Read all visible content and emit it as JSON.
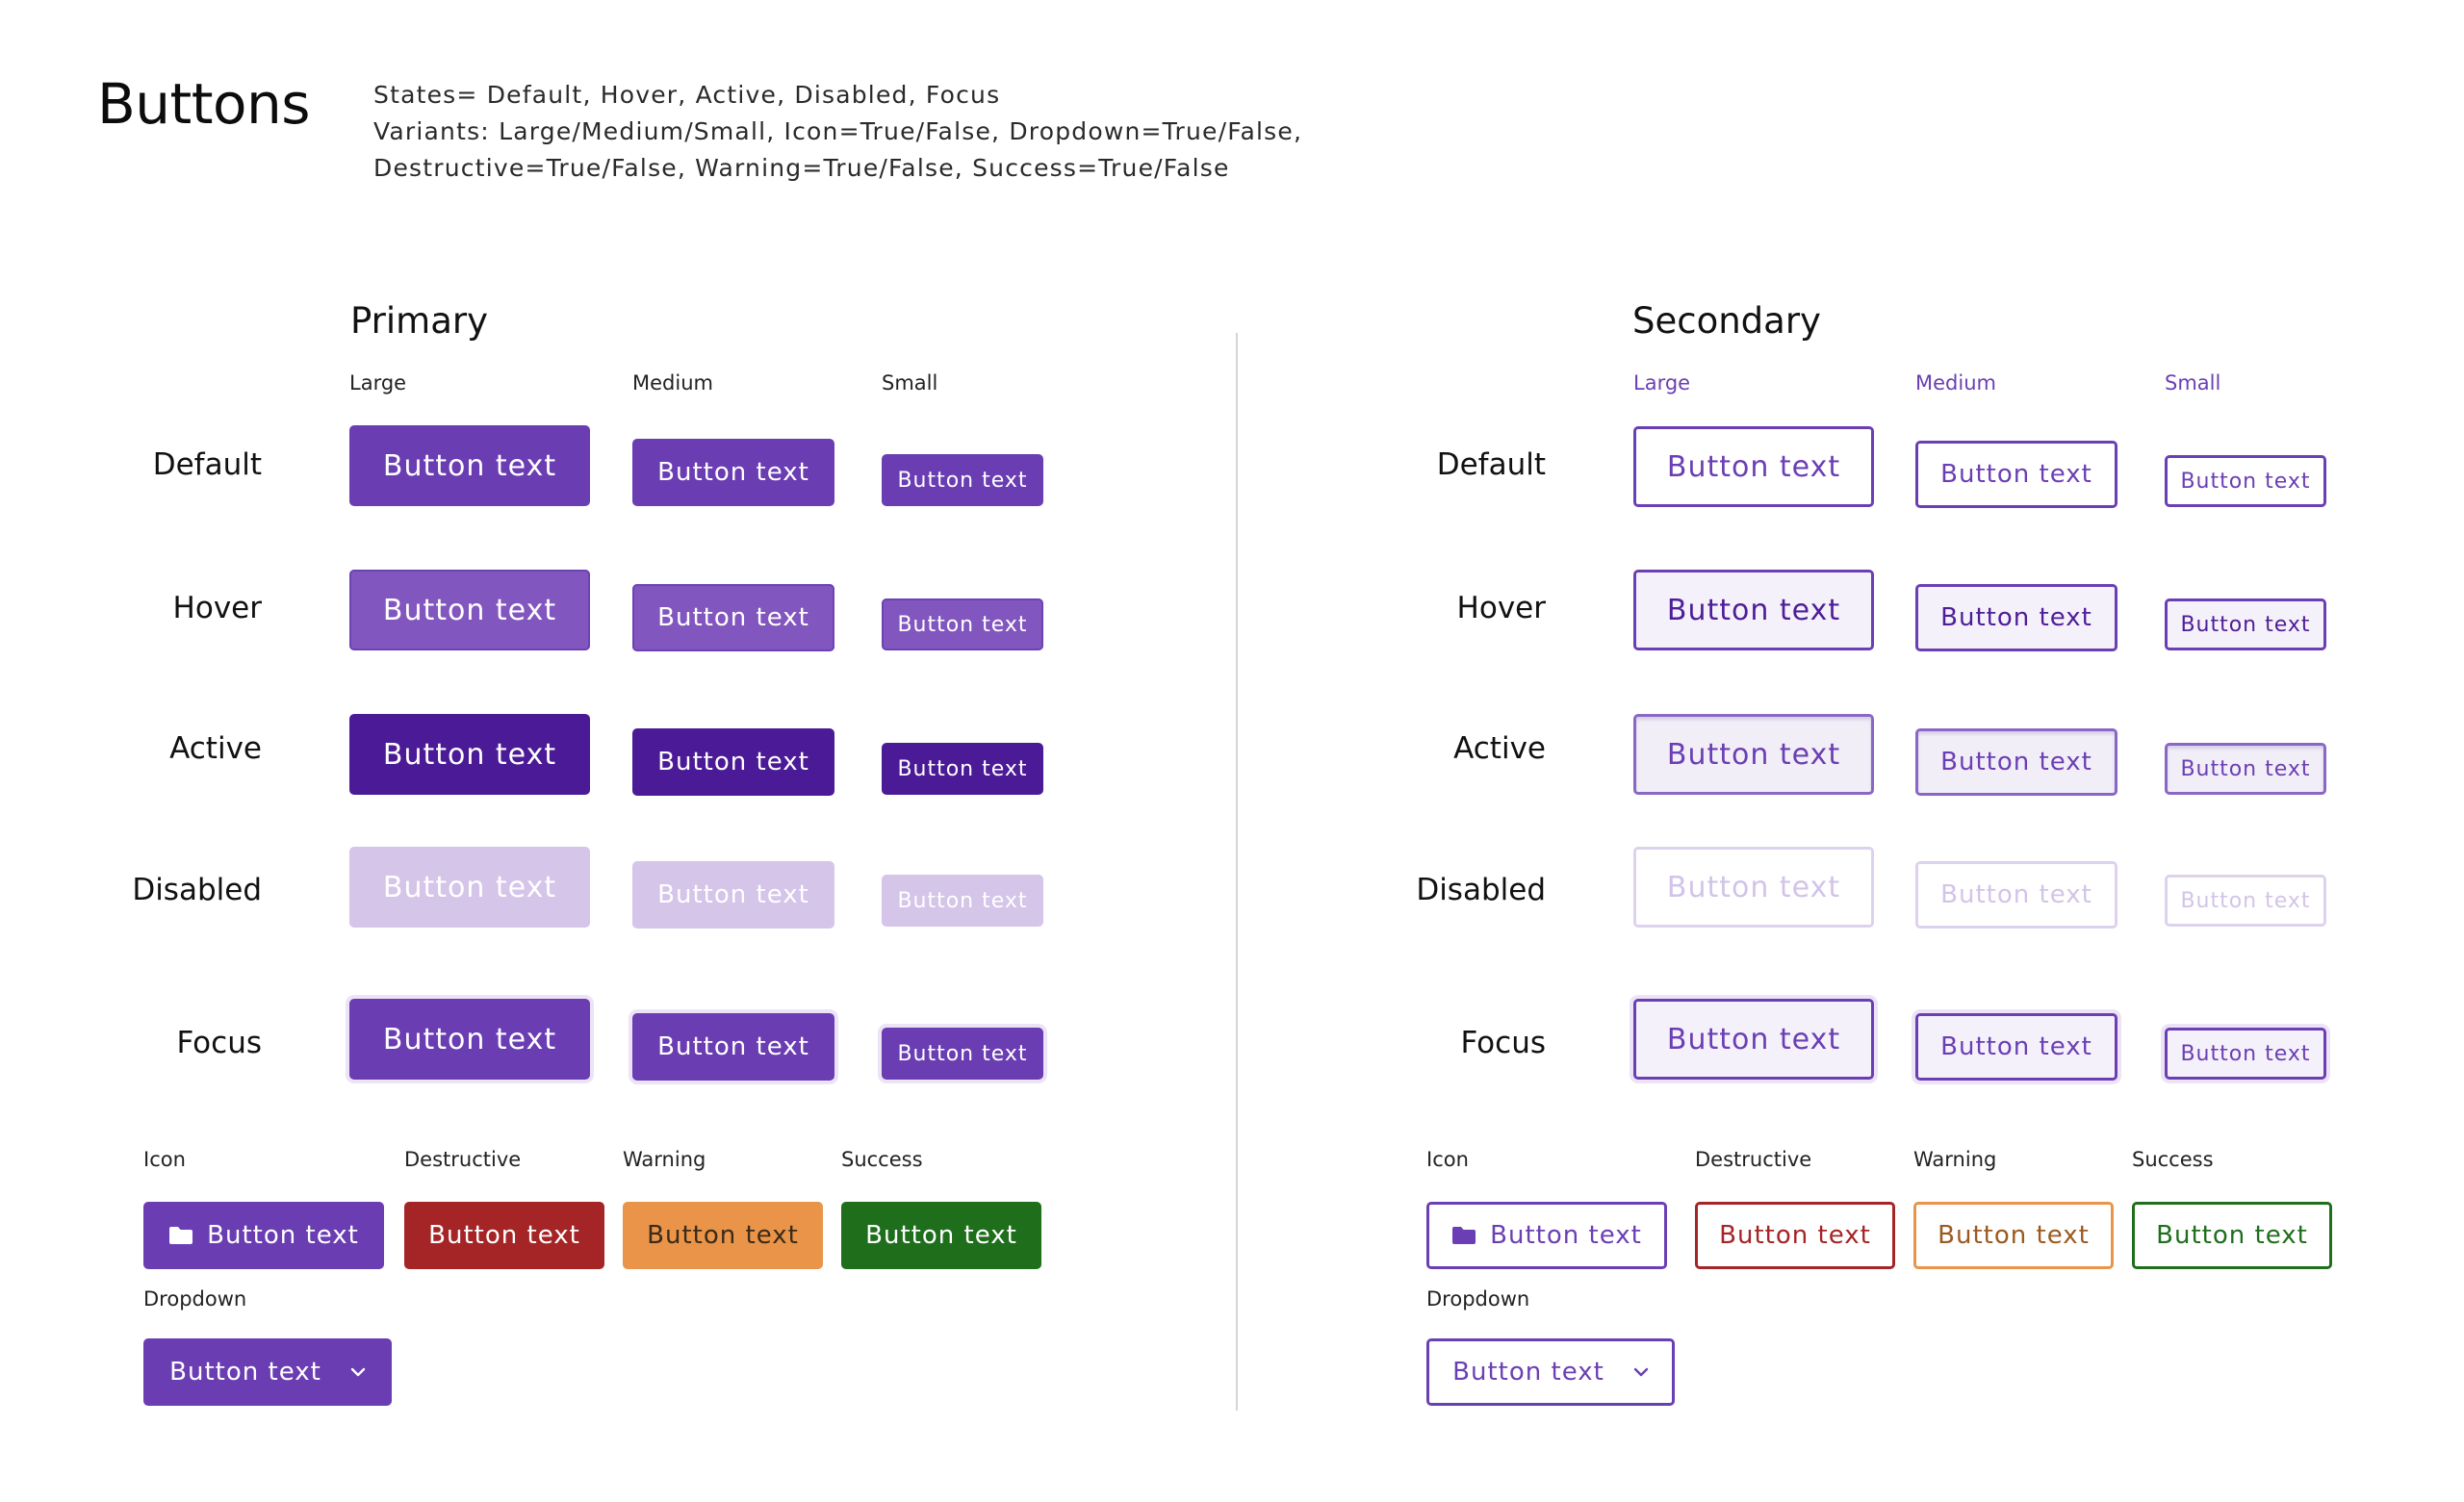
{
  "page": {
    "title": "Buttons",
    "description": [
      "States= Default, Hover, Active, Disabled, Focus",
      "Variants: Large/Medium/Small, Icon=True/False, Dropdown=True/False,",
      "Destructive=True/False, Warning=True/False, Success=True/False"
    ]
  },
  "states": [
    "Default",
    "Hover",
    "Active",
    "Disabled",
    "Focus"
  ],
  "sizes": [
    "Large",
    "Medium",
    "Small"
  ],
  "button_label": "Button text",
  "variant_labels": {
    "icon": "Icon",
    "destructive": "Destructive",
    "warning": "Warning",
    "success": "Success",
    "dropdown": "Dropdown"
  },
  "primary": {
    "title": "Primary"
  },
  "secondary": {
    "title": "Secondary"
  },
  "icons": {
    "icon_button": "folder-icon",
    "dropdown": "chevron-down-icon"
  },
  "colors": {
    "primary": "#6a3db2",
    "primary_hover": "#8256bf",
    "primary_active": "#4b1a96",
    "primary_disabled": "#d4c5e9",
    "destructive": "#a52426",
    "warning": "#e99448",
    "success": "#1e6e1c"
  }
}
